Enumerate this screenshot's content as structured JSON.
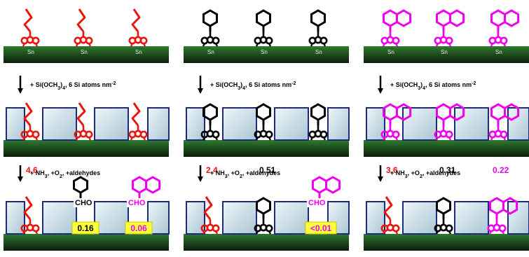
{
  "colors": {
    "allyl": "#e8160c",
    "benzyl": "#000000",
    "naphthyl": "#ee00ee",
    "surface_top": "#2f7a2f",
    "surface_bottom": "#0c1d0c",
    "pillar_fill": "#cfe3ec",
    "pillar_edge": "#1f2a7a",
    "result_box": "#ffff3d"
  },
  "surface_label": "Sn",
  "steps": {
    "silicate": {
      "reagent": "+ Si(OCH",
      "sub3": "3",
      "close": ")",
      "sub4": "4",
      "dose": ", 6 Si atoms nm",
      "exp": "-2"
    },
    "oxidize": {
      "nh": "+ NH",
      "sub3": "3",
      "o": ", +O",
      "sub2": "2",
      "tail": ", +aldehydes"
    }
  },
  "columns": [
    {
      "ligand": "allyl",
      "results": [
        {
          "species": "allyl",
          "value": "4.6",
          "boxed": false
        },
        {
          "species": "benzyl",
          "label": "CHO",
          "value": "0.16",
          "boxed": true
        },
        {
          "species": "naphthyl",
          "label": "CHO",
          "value": "0.06",
          "boxed": true
        }
      ]
    },
    {
      "ligand": "benzyl",
      "results": [
        {
          "species": "allyl",
          "value": "2.4",
          "boxed": false
        },
        {
          "species": "benzyl",
          "value": "0.51",
          "boxed": false
        },
        {
          "species": "naphthyl",
          "label": "CHO",
          "value": "<0.01",
          "boxed": true
        }
      ]
    },
    {
      "ligand": "naphthyl",
      "results": [
        {
          "species": "allyl",
          "value": "3.6",
          "boxed": false
        },
        {
          "species": "benzyl",
          "value": "0.31",
          "boxed": false
        },
        {
          "species": "naphthyl",
          "value": "0.22",
          "boxed": false
        }
      ]
    }
  ]
}
